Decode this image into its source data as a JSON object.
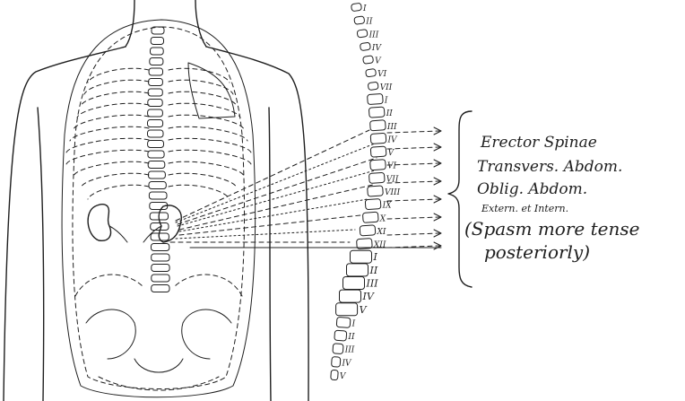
{
  "figure": {
    "muscle_labels": [
      "Erector Spinae",
      "Transvers. Abdom.",
      "Oblig. Abdom."
    ],
    "oblique_sub_label": "Extern. et Intern.",
    "spasm_note": [
      "(Spasm more tense",
      "posteriorly)"
    ],
    "vertebra_labels": [
      "I",
      "II",
      "III",
      "IV",
      "V",
      "VI",
      "VII",
      "I",
      "II",
      "III",
      "IV",
      "V",
      "VI",
      "VII",
      "VIII",
      "IX",
      "X",
      "XI",
      "XII",
      "I",
      "II",
      "III",
      "IV",
      "V",
      "I",
      "II",
      "III",
      "IV",
      "V"
    ]
  }
}
